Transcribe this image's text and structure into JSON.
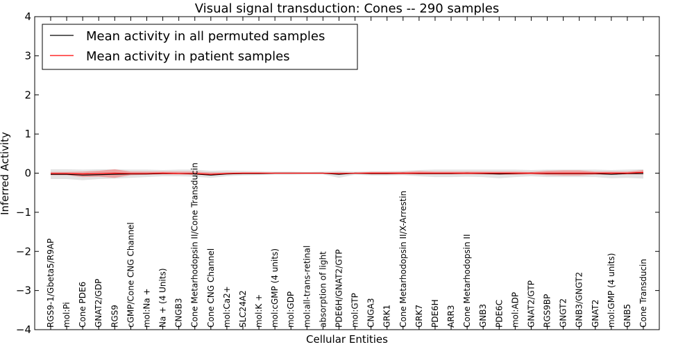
{
  "chart_data": {
    "type": "line",
    "title": "Visual signal transduction: Cones -- 290 samples",
    "xlabel": "Cellular Entities",
    "ylabel": "Inferred Activity",
    "ylim": [
      -4,
      4
    ],
    "yticks": [
      -4,
      -3,
      -2,
      -1,
      0,
      1,
      2,
      3,
      4
    ],
    "grid": false,
    "legend_position": "top-left",
    "categories": [
      "RGS9-1/Gbeta5/R9AP",
      "mol:Pi",
      "Cone PDE6",
      "GNAT2/GDP",
      "RGS9",
      "cGMP/Cone CNG Channel",
      "mol:Na +",
      "Na + (4 Units)",
      "CNGB3",
      "Cone Metarhodopsin II/Cone Transducin",
      "Cone CNG Channel",
      "mol:Ca2+",
      "SLC24A2",
      "mol:K +",
      "mol:cGMP (4 units)",
      "mol:GDP",
      "mol:all-trans-retinal",
      "absorption of light",
      "PDE6H/GNAT2/GTP",
      "mol:GTP",
      "CNGA3",
      "GRK1",
      "Cone Metarhodopsin II/X-Arrestin",
      "GRK7",
      "PDE6H",
      "ARR3",
      "Cone Metarhodopsin II",
      "GNB3",
      "PDE6C",
      "mol:ADP",
      "GNAT2/GTP",
      "RGS9BP",
      "GNGT2",
      "GNB3/GNGT2",
      "GNAT2",
      "mol:GMP (4 units)",
      "GNB5",
      "Cone Transducin"
    ],
    "series": [
      {
        "name": "Mean activity in all permuted samples",
        "color": "#000000",
        "band_color": "#d9d9d9",
        "values": [
          -0.03,
          -0.03,
          -0.05,
          -0.04,
          -0.03,
          -0.02,
          -0.02,
          -0.01,
          -0.01,
          -0.02,
          -0.05,
          -0.02,
          -0.01,
          -0.01,
          0.0,
          0.0,
          0.0,
          0.0,
          -0.03,
          0.0,
          -0.01,
          -0.01,
          0.0,
          -0.01,
          -0.01,
          -0.01,
          0.0,
          -0.01,
          -0.02,
          -0.01,
          0.0,
          -0.01,
          -0.01,
          -0.01,
          -0.01,
          -0.03,
          -0.01,
          -0.01
        ],
        "band_low": [
          -0.15,
          -0.15,
          -0.18,
          -0.15,
          -0.14,
          -0.12,
          -0.1,
          -0.08,
          -0.08,
          -0.09,
          -0.12,
          -0.08,
          -0.06,
          -0.05,
          -0.04,
          -0.04,
          -0.03,
          -0.03,
          -0.12,
          -0.04,
          -0.06,
          -0.06,
          -0.05,
          -0.08,
          -0.1,
          -0.1,
          -0.09,
          -0.1,
          -0.13,
          -0.1,
          -0.08,
          -0.1,
          -0.1,
          -0.1,
          -0.1,
          -0.13,
          -0.12,
          -0.14
        ],
        "band_high": [
          0.1,
          0.1,
          0.09,
          0.1,
          0.1,
          0.09,
          0.09,
          0.08,
          0.09,
          0.09,
          0.06,
          0.07,
          0.06,
          0.05,
          0.04,
          0.04,
          0.03,
          0.04,
          0.06,
          0.04,
          0.05,
          0.05,
          0.06,
          0.08,
          0.09,
          0.09,
          0.09,
          0.09,
          0.09,
          0.09,
          0.08,
          0.09,
          0.09,
          0.09,
          0.09,
          0.08,
          0.09,
          0.1
        ]
      },
      {
        "name": "Mean activity in patient samples",
        "color": "#ff0000",
        "band_color": "#f07070",
        "values": [
          -0.01,
          -0.01,
          -0.02,
          -0.01,
          0.0,
          -0.01,
          -0.01,
          0.0,
          -0.01,
          -0.01,
          -0.03,
          -0.01,
          0.0,
          0.0,
          0.0,
          0.0,
          0.0,
          0.0,
          -0.01,
          0.0,
          0.0,
          0.0,
          0.0,
          0.0,
          0.0,
          0.0,
          0.0,
          0.0,
          0.0,
          0.0,
          0.0,
          0.0,
          0.0,
          0.0,
          0.0,
          0.0,
          0.0,
          0.02
        ],
        "band_low": [
          -0.05,
          -0.05,
          -0.1,
          -0.09,
          -0.12,
          -0.05,
          -0.04,
          -0.03,
          -0.03,
          -0.04,
          -0.05,
          -0.03,
          -0.02,
          -0.02,
          -0.01,
          -0.01,
          -0.01,
          -0.01,
          -0.03,
          -0.01,
          -0.03,
          -0.03,
          -0.03,
          -0.03,
          -0.03,
          -0.03,
          -0.03,
          -0.03,
          -0.04,
          -0.04,
          -0.03,
          -0.05,
          -0.06,
          -0.06,
          -0.04,
          -0.04,
          -0.03,
          -0.03
        ],
        "band_high": [
          0.03,
          0.03,
          0.04,
          0.06,
          0.1,
          0.04,
          0.04,
          0.04,
          0.04,
          0.04,
          0.02,
          0.02,
          0.02,
          0.02,
          0.01,
          0.01,
          0.01,
          0.01,
          0.02,
          0.01,
          0.03,
          0.03,
          0.03,
          0.05,
          0.04,
          0.04,
          0.04,
          0.04,
          0.04,
          0.04,
          0.03,
          0.06,
          0.07,
          0.07,
          0.04,
          0.04,
          0.04,
          0.08
        ]
      }
    ]
  }
}
